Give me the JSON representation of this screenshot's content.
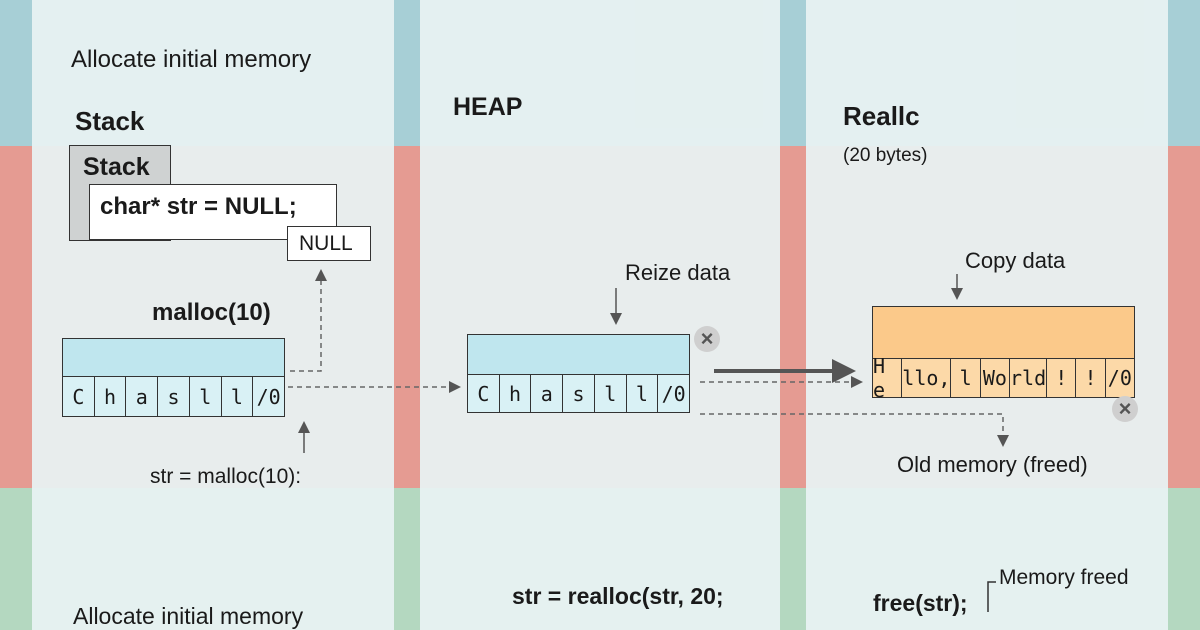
{
  "left": {
    "caption_top": "Allocate initial memory",
    "stack_heading": "Stack",
    "stack_box_title": "Stack",
    "declaration": "char* str = NULL;",
    "null_box": "NULL",
    "malloc_label": "malloc(10)",
    "buffer_cells": [
      "C",
      "h",
      "a",
      "s",
      "l",
      "l",
      "/0"
    ],
    "assign_text": "str = malloc(10):",
    "caption_bottom": "Allocate initial memory"
  },
  "middle": {
    "heading": "HEAP",
    "resize_label": "Reize data",
    "buffer_cells": [
      "C",
      "h",
      "a",
      "s",
      "l",
      "l",
      "/0"
    ],
    "code": "str = realloc(str, 20;"
  },
  "right": {
    "heading": "Reallc",
    "size_note": "(20 bytes)",
    "copy_label": "Copy data",
    "buffer_cells": [
      "H e",
      "llo,",
      "l",
      "Wo",
      "rld",
      "!",
      "!",
      "/0"
    ],
    "freed_label": "Old memory (freed)",
    "code": "free(str);",
    "memory_freed": "Memory freed"
  },
  "colors": {
    "stripe_top": "#a7cfd6",
    "stripe_mid": "#e59b92",
    "stripe_bot": "#b4d8c0",
    "heap_block": "#bfe6ee",
    "realloc_block": "#fbc98a"
  },
  "icons": [
    "close-icon",
    "arrow-right-icon"
  ]
}
